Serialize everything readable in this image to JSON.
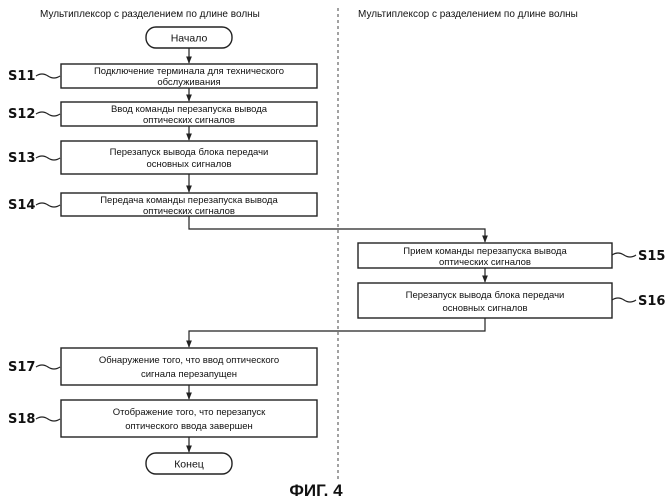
{
  "diagram": {
    "left_column_title": "Мультиплексор с разделением по длине волны",
    "right_column_title": "Мультиплексор с разделением по длине волны",
    "start": "Начало",
    "end": "Конец",
    "figure_caption": "ФИГ. 4",
    "steps": [
      {
        "id": "S11",
        "lines": [
          "Подключение терминала для технического",
          "обслуживания"
        ]
      },
      {
        "id": "S12",
        "lines": [
          "Ввод команды перезапуска вывода",
          "оптических сигналов"
        ]
      },
      {
        "id": "S13",
        "lines": [
          "Перезапуск вывода блока передачи",
          "основных сигналов"
        ]
      },
      {
        "id": "S14",
        "lines": [
          "Передача команды перезапуска вывода",
          "оптических сигналов"
        ]
      },
      {
        "id": "S15",
        "lines": [
          "Прием команды перезапуска вывода",
          "оптических сигналов"
        ]
      },
      {
        "id": "S16",
        "lines": [
          "Перезапуск вывода блока передачи",
          "основных сигналов"
        ]
      },
      {
        "id": "S17",
        "lines": [
          "Обнаружение того, что ввод оптического",
          "сигнала перезапущен"
        ]
      },
      {
        "id": "S18",
        "lines": [
          "Отображение того, что перезапуск",
          "оптического ввода завершен"
        ]
      }
    ]
  }
}
